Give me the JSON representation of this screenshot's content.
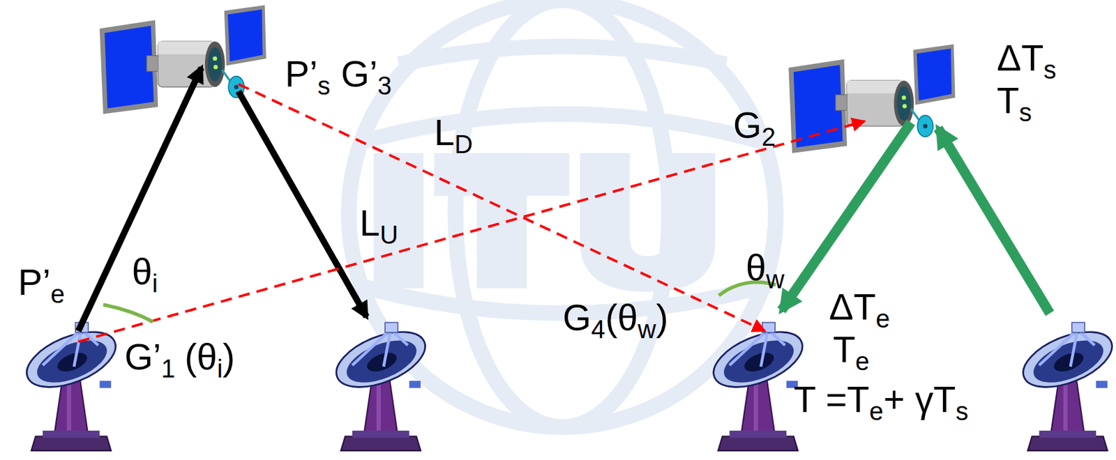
{
  "diagram": {
    "labels": [
      "P’",
      "s",
      "G’",
      "3",
      "L",
      "D",
      "G",
      "2",
      "L",
      "U",
      "P’",
      "e",
      "θ",
      "i",
      "G’",
      "1",
      "(θ",
      "i",
      ")",
      "G",
      "4",
      "(θ",
      "w",
      ")",
      "θ",
      "w",
      "ΔT",
      "e",
      "T",
      "e",
      "T =T",
      "e",
      "+ γT",
      "s",
      "ΔT",
      "s",
      "T",
      "s"
    ]
  }
}
